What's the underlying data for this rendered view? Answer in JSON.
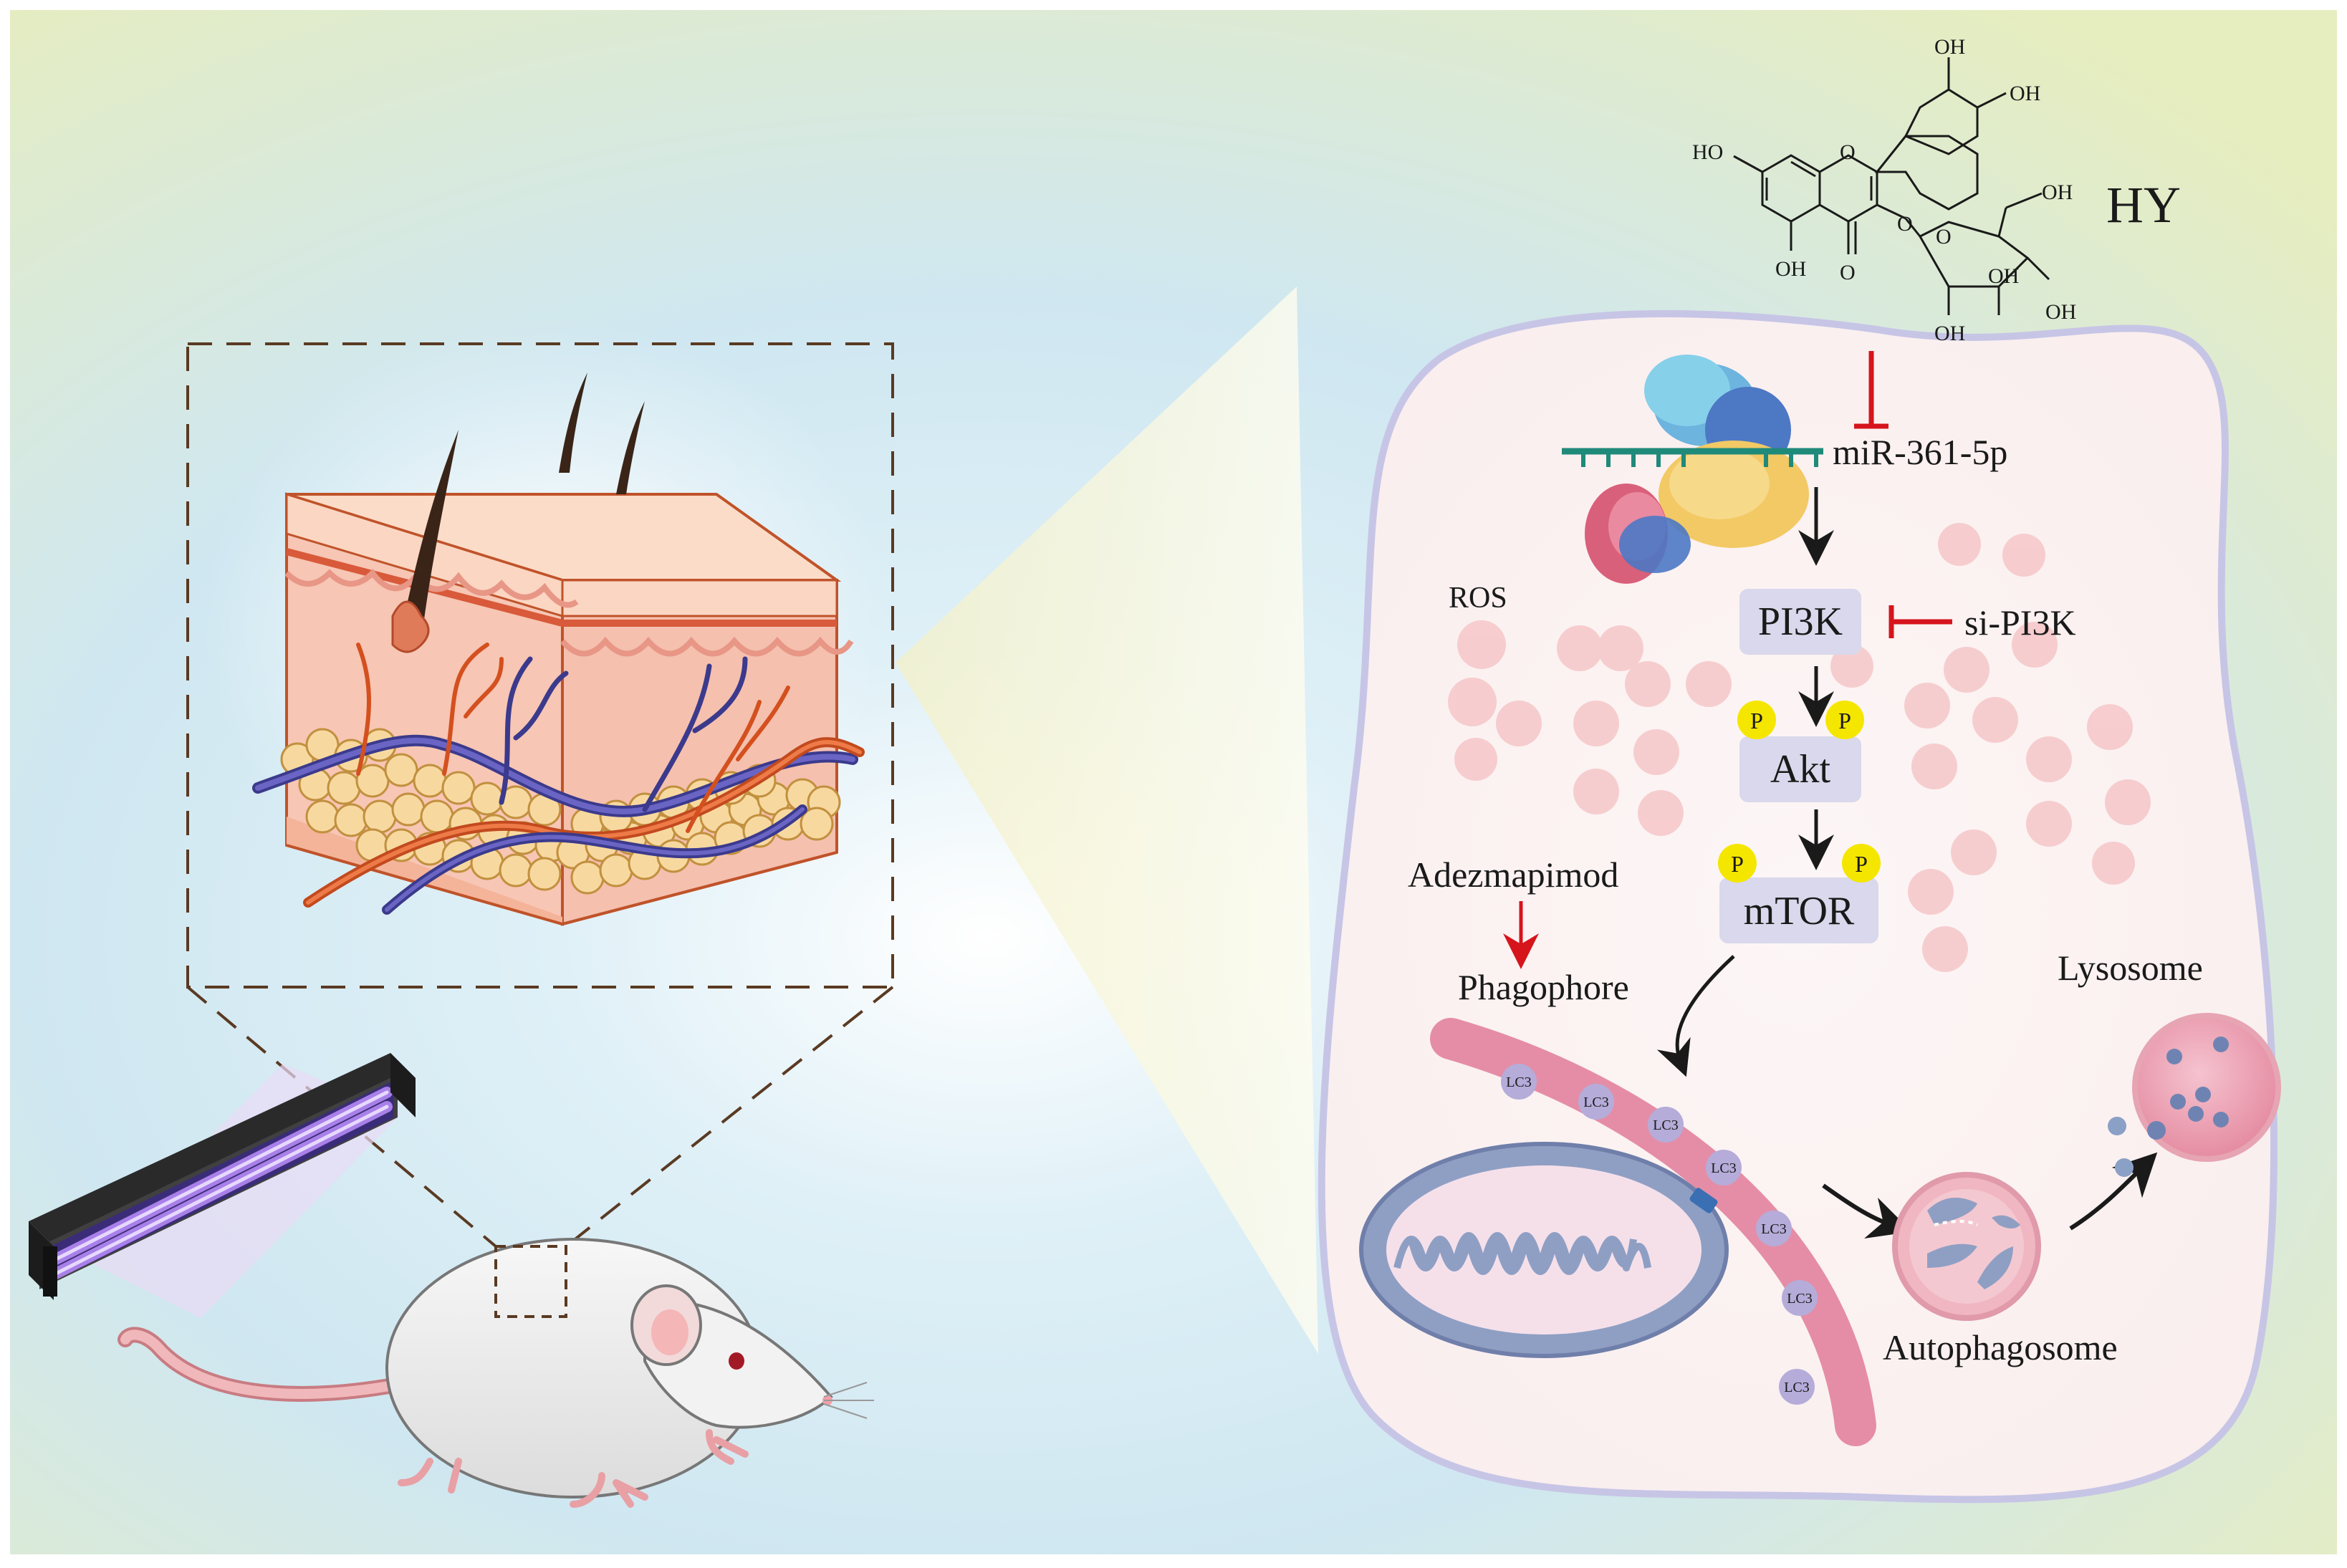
{
  "compound": {
    "name": "HY",
    "groups": {
      "oh": "OH",
      "ho": "HO",
      "o": "O"
    }
  },
  "pathway": {
    "mirna": "miR-361-5p",
    "pi3k": "PI3K",
    "si_pi3k": "si-PI3K",
    "akt": "Akt",
    "mtor": "mTOR",
    "phospho": "P",
    "ros": "ROS",
    "inhibitor": "Adezmapimod",
    "phagophore": "Phagophore",
    "lc3": "LC3",
    "lysosome": "Lysosome",
    "autophagosome": "Autophagosome"
  },
  "colors": {
    "inhibit_red": "#d6141c",
    "node_fill": "#d9d8ec",
    "phospho_yellow": "#f5e600",
    "ros_pink": "#f6c9cb",
    "phagophore_pink": "#e58da6",
    "lc3_purple": "#b5acd9",
    "background_green": "#e4ecc0",
    "background_blue": "#d4ecf5"
  }
}
